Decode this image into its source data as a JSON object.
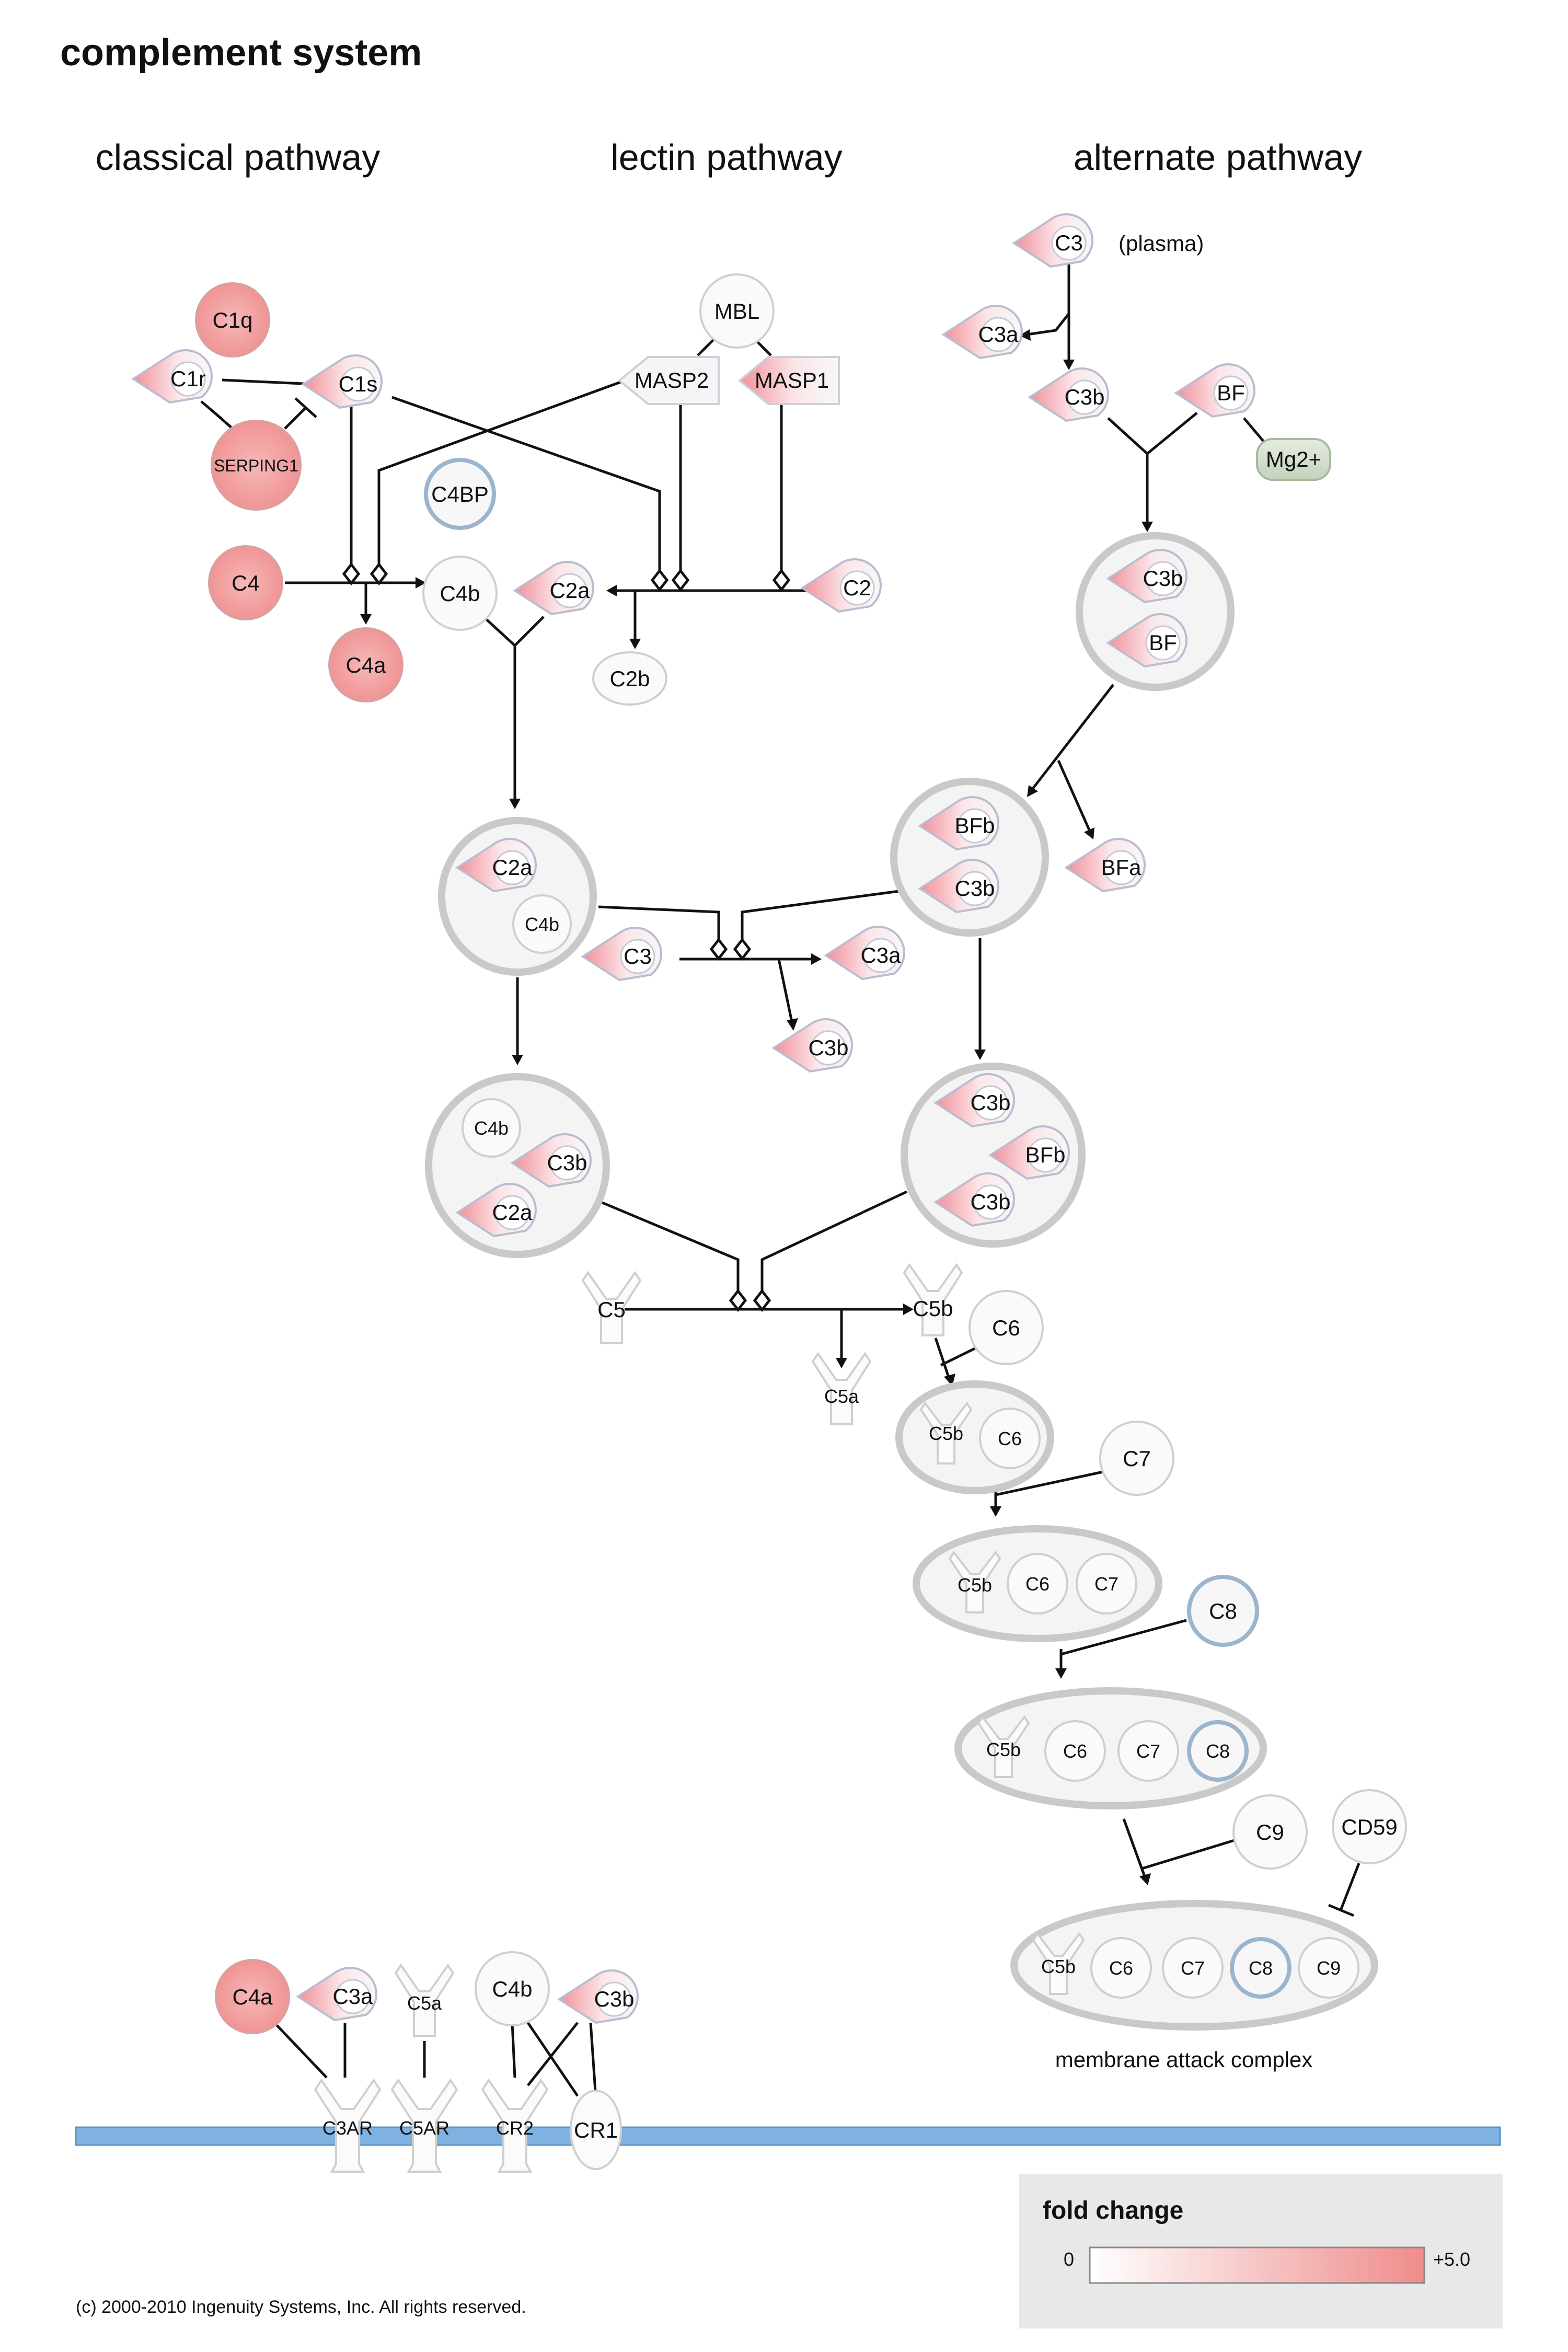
{
  "title": "complement system",
  "headings": {
    "classical": "classical pathway",
    "lectin": "lectin pathway",
    "alternate": "alternate pathway"
  },
  "nodes": {
    "c1q": "C1q",
    "c1r": "C1r",
    "c1s": "C1s",
    "serping1": "SERPING1",
    "c4bp": "C4BP",
    "mbl": "MBL",
    "masp2": "MASP2",
    "masp1": "MASP1",
    "c4": "C4",
    "c4b": "C4b",
    "c4a": "C4a",
    "c2a": "C2a",
    "c2": "C2",
    "c2b": "C2b",
    "c3_plasma": "C3",
    "plasma_note": "(plasma)",
    "c3a_top": "C3a",
    "c3b_top": "C3b",
    "bf": "BF",
    "mg2": "Mg2+",
    "cx_c3b": "C3b",
    "cx_bf": "BF",
    "bfb": "BFb",
    "bfa": "BFa",
    "cx2_c3b": "C3b",
    "c3conv_c2a": "C2a",
    "c3conv_c4b": "C4b",
    "c3_mid": "C3",
    "c3a_mid": "C3a",
    "c3b_mid": "C3b",
    "c5conv_c4b": "C4b",
    "c5conv_c3b": "C3b",
    "c5conv_c2a": "C2a",
    "alt5_c3b_1": "C3b",
    "alt5_bfb": "BFb",
    "alt5_c3b_2": "C3b",
    "c5": "C5",
    "c5b": "C5b",
    "c5a": "C5a",
    "c6": "C6",
    "c7": "C7",
    "c8": "C8",
    "c9": "C9",
    "cd59": "CD59"
  },
  "complexes": {
    "c5b6": [
      "C5b",
      "C6"
    ],
    "c5b67": [
      "C5b",
      "C6",
      "C7"
    ],
    "c5b678": [
      "C5b",
      "C6",
      "C7",
      "C8"
    ],
    "mac": [
      "C5b",
      "C6",
      "C7",
      "C8",
      "C9"
    ]
  },
  "mac_label": "membrane attack complex",
  "membrane": {
    "ligands": [
      "C4a",
      "C3a",
      "C5a",
      "C4b",
      "C3b"
    ],
    "receptors": [
      "C3AR",
      "C5AR",
      "CR2",
      "CR1"
    ]
  },
  "legend": {
    "title": "fold change",
    "min": "0",
    "max": "+5.0",
    "colors": [
      "#ffffff",
      "#f08c8c"
    ]
  },
  "colors": {
    "up_light": "#fbe4e4",
    "up_medium": "#f7c4c4",
    "up_strong": "#f0a6a6",
    "neutral": "#f5f5f5",
    "membrane": "#7fb2e0"
  },
  "copyright": "(c) 2000-2010 Ingenuity Systems, Inc. All rights reserved."
}
